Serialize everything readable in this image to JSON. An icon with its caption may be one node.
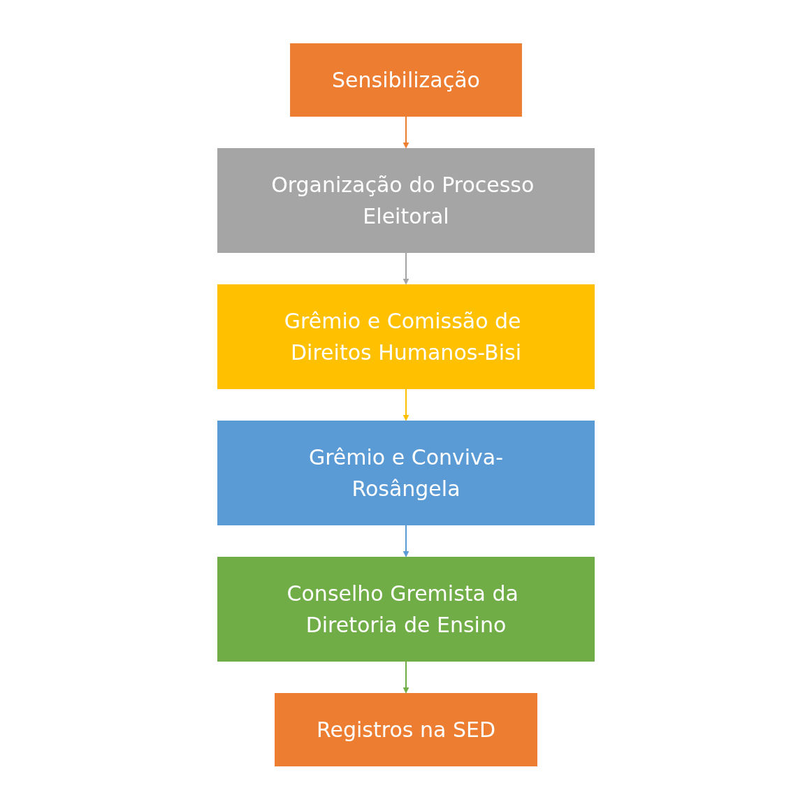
{
  "diagram": {
    "nodes": [
      {
        "text": [
          "Sensibilização"
        ]
      },
      {
        "text": [
          "Organização do Processo Eleitoral"
        ]
      },
      {
        "text": [
          "Grêmio e Comissão de Direitos Humanos-Bisi"
        ]
      },
      {
        "text": [
          "Grêmio e Conviva-Rosângela"
        ]
      },
      {
        "text": [
          "Conselho Gremista da Diretoria de Ensino"
        ]
      },
      {
        "text": [
          "Registros na SED"
        ]
      }
    ],
    "edges": [
      {
        "from": 0,
        "to": 1,
        "arrow": "to",
        "color": "#ed7d31"
      },
      {
        "from": 1,
        "to": 2,
        "arrow": "to",
        "color": "#a5a5a5"
      },
      {
        "from": 2,
        "to": 3,
        "arrow": "to",
        "color": "#ffc000"
      },
      {
        "from": 3,
        "to": 4,
        "arrow": "to",
        "color": "#5b9bd5"
      },
      {
        "from": 4,
        "to": 5,
        "arrow": "to",
        "color": "#70ad47"
      }
    ]
  }
}
